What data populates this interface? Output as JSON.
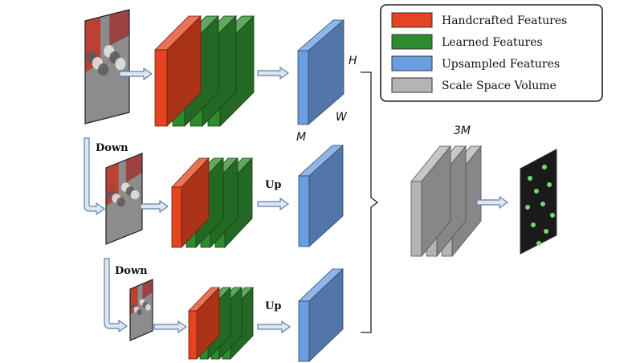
{
  "legend": {
    "items": [
      {
        "label": "Handcrafted Features",
        "color": "#e4441f"
      },
      {
        "label": "Learned Features",
        "color": "#2e8b2e"
      },
      {
        "label": "Upsampled Features",
        "color": "#6a9ee0"
      },
      {
        "label": "Scale Space Volume",
        "color": "#b4b4b4"
      }
    ]
  },
  "labels": {
    "down_1": "Down",
    "down_2": "Down",
    "up_1": "Up",
    "up_2": "Up",
    "h": "H",
    "w": "W",
    "m": "M",
    "three_m": "3M"
  },
  "colors": {
    "handcrafted": "#e4441f",
    "learned": "#2e8b2e",
    "upsampled": "#6a9ee0",
    "scale_space": "#b4b4b4",
    "arrow_fill": "#dde6f1",
    "arrow_stroke": "#5f7fa3"
  }
}
